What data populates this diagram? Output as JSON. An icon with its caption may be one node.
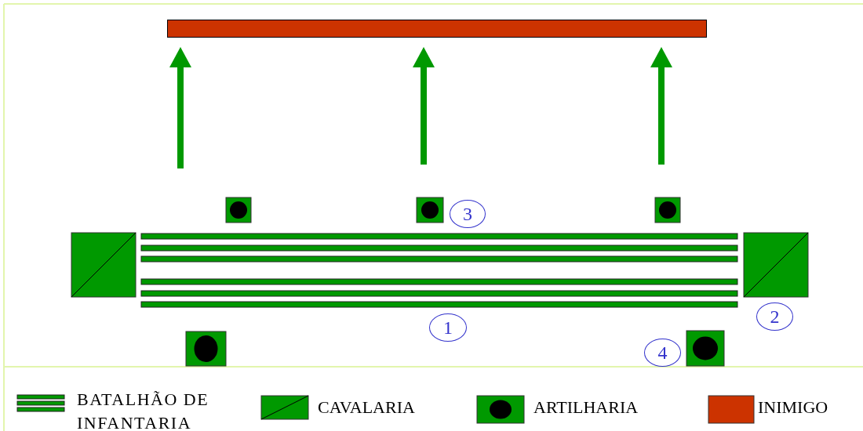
{
  "diagram": {
    "nodes": [
      {
        "text": [],
        "shape": "bar"
      },
      {
        "text": [
          "3"
        ]
      },
      {
        "text": [
          "2"
        ]
      },
      {
        "text": [
          "1"
        ]
      },
      {
        "text": [
          "4"
        ]
      }
    ],
    "edges": [],
    "legend": [
      {
        "text": "BATALHÃO DE INFANTARIA"
      },
      {
        "text": "CAVALARIA"
      },
      {
        "text": "ARTILHARIA"
      },
      {
        "text": "INIMIGO",
        "color": "#cc3300"
      }
    ]
  }
}
